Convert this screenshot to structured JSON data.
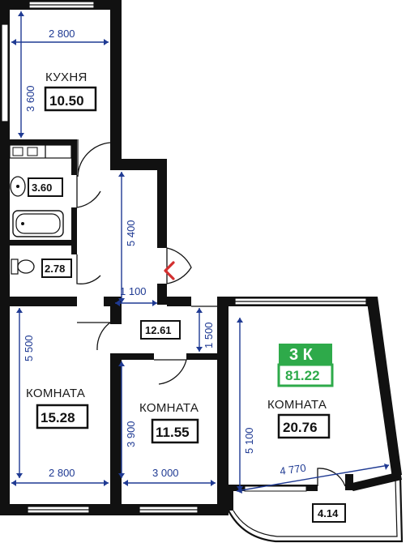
{
  "apartment": {
    "type_badge": "3 К",
    "total_area": "81.22",
    "badge_color": "#2eaa4a"
  },
  "rooms": {
    "kitchen": {
      "name": "КУХНЯ",
      "area": "10.50"
    },
    "bathroom": {
      "area": "3.60"
    },
    "toilet": {
      "area": "2.78"
    },
    "hall": {
      "area": "12.61"
    },
    "room_left": {
      "name": "КОМНАТА",
      "area": "15.28"
    },
    "room_middle": {
      "name": "КОМНАТА",
      "area": "11.55"
    },
    "room_right": {
      "name": "КОМНАТА",
      "area": "20.76"
    },
    "balcony": {
      "area": "4.14"
    }
  },
  "dimensions": {
    "kitchen_width": "2 800",
    "kitchen_height": "3 600",
    "corridor_length": "5 400",
    "corridor_width": "1 100",
    "hall_depth": "1 500",
    "room_left_height": "5 500",
    "room_left_width": "2 800",
    "room_middle_height": "3 900",
    "room_middle_width": "3 000",
    "room_right_height": "5 100",
    "room_right_width": "4 770"
  },
  "colors": {
    "wall": "#111111",
    "dimension": "#1f3a93",
    "entrance": "#d32f2f"
  }
}
